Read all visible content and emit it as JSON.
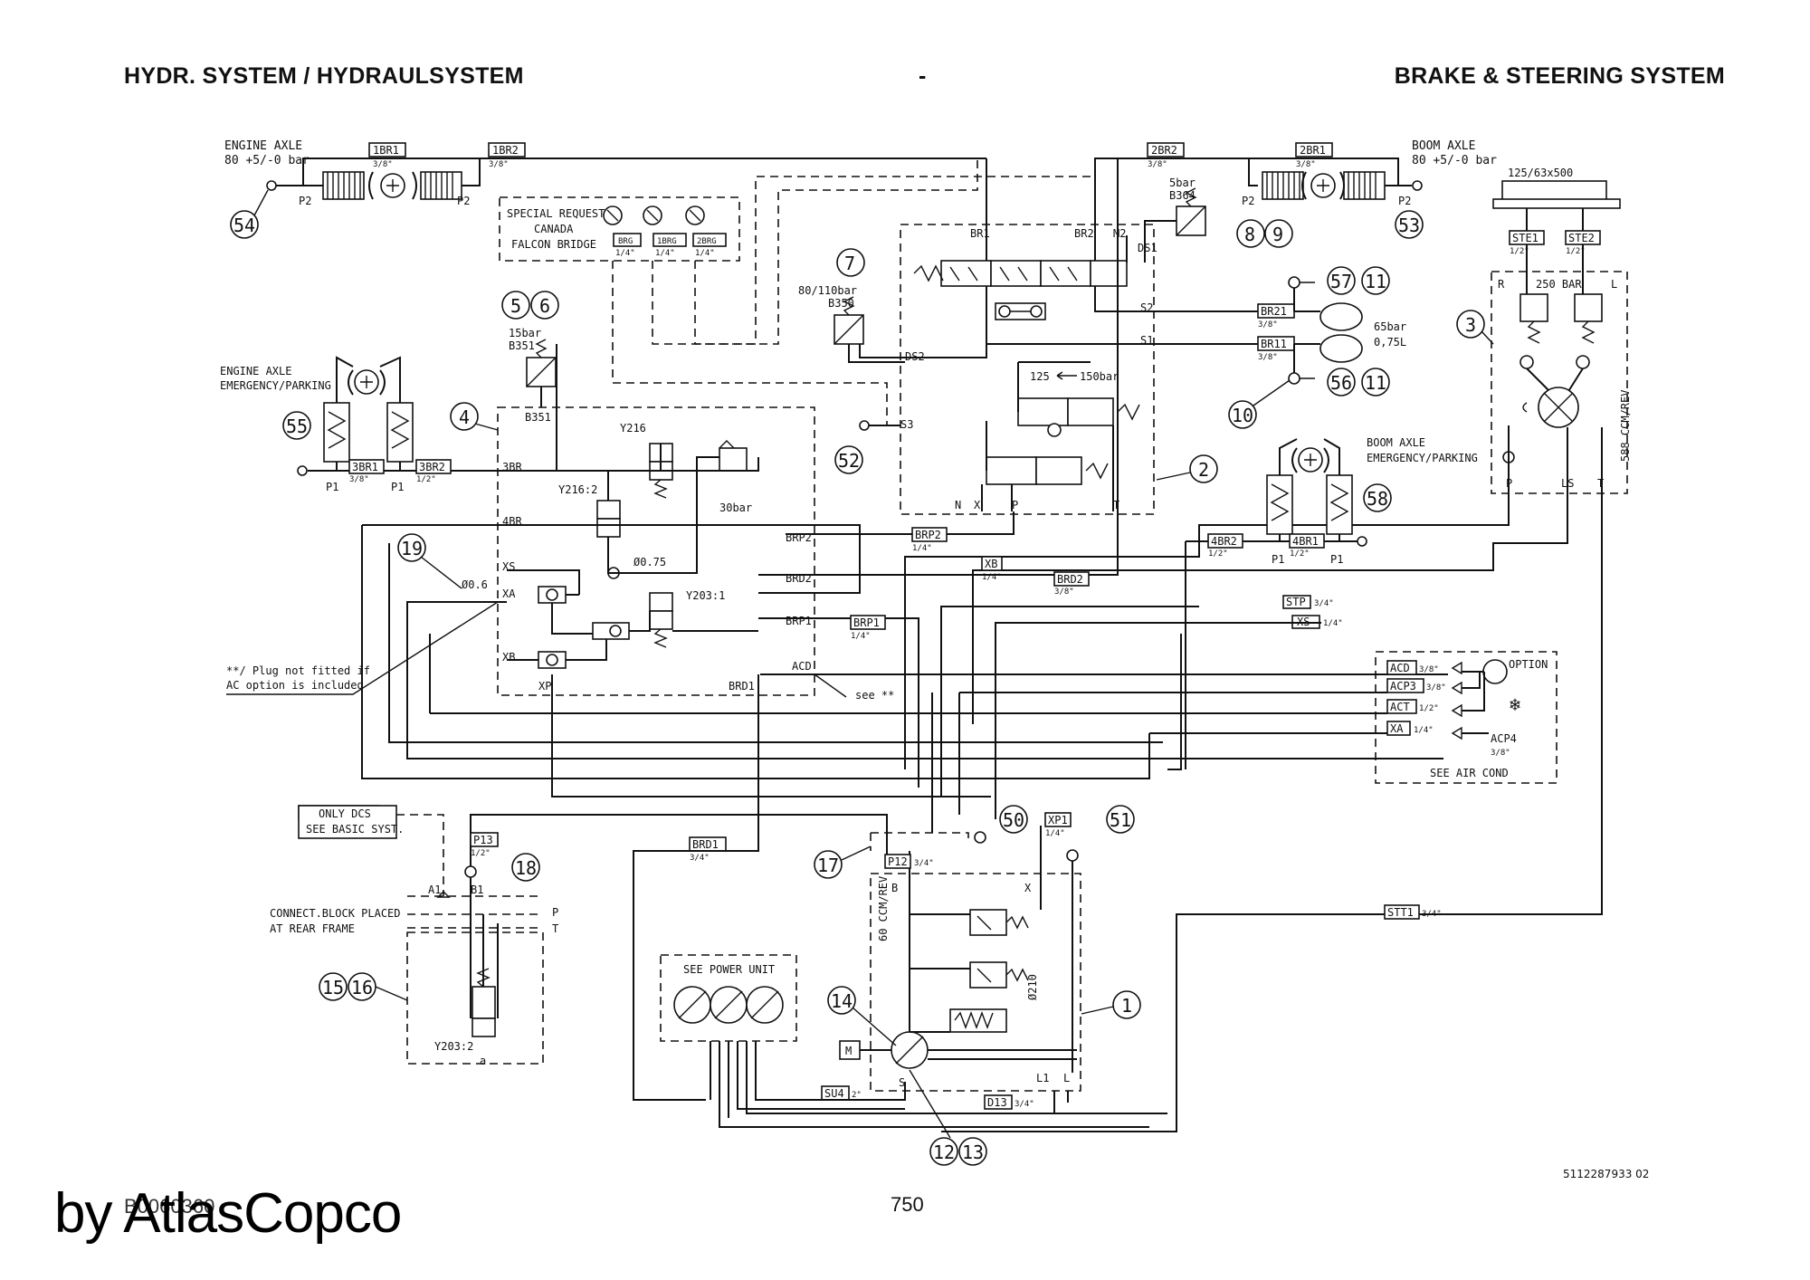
{
  "header": {
    "left": "HYDR. SYSTEM / HYDRAULSYSTEM",
    "middle": "-",
    "right": "BRAKE & STEERING SYSTEM"
  },
  "footer": {
    "doc_number": "5112287933 02",
    "page_number": "750",
    "drawing_number": "B0060360",
    "watermark": "by AtlasCopco"
  },
  "labels": {
    "engine_axle": "ENGINE AXLE",
    "engine_axle_pressure": "80 +5/-0 bar",
    "boom_axle": "BOOM AXLE",
    "boom_axle_pressure": "80 +5/-0 bar",
    "special_request": "SPECIAL REQUEST",
    "canada": "CANADA",
    "falcon_bridge": "FALCON BRIDGE",
    "engine_axle_emergency": "ENGINE AXLE",
    "emergency_parking": "EMERGENCY/PARKING",
    "boom_axle_emergency": "BOOM AXLE",
    "boom_emergency_parking": "EMERGENCY/PARKING",
    "accumulator_pressure": "65bar",
    "accumulator_volume": "0,75L",
    "cylinder_size": "125/63x500",
    "steering_pressure": "250 BAR",
    "steering_flow": "588 CCM/REV",
    "p15bar": "15bar",
    "p5bar": "5bar",
    "p80110bar": "80/110bar",
    "p30bar": "30bar",
    "p125150bar": "125",
    "p125150bar_b": "150bar",
    "orifice1": "Ø0.6",
    "orifice2": "Ø0.75",
    "plug_note_1": "**/ Plug not fitted if",
    "plug_note_2": "AC option is included",
    "see_star": "see **",
    "option": "OPTION",
    "see_air_cond": "SEE AIR COND",
    "only_dcs": "ONLY DCS",
    "see_basic_syst": "SEE BASIC SYST.",
    "connect_block_1": "CONNECT.BLOCK PLACED",
    "connect_block_2": "AT REAR FRAME",
    "see_power_unit": "SEE POWER UNIT",
    "pump_flow": "60 CCM/REV",
    "orifice210": "Ø210",
    "motor": "M"
  },
  "ports": {
    "p1br1": "1BR1",
    "p1br2": "1BR2",
    "p2br2": "2BR2",
    "p2br1": "2BR1",
    "brg": "BRG",
    "p1brg": "1BRG",
    "p2brg": "2BRG",
    "b351": "B351",
    "b364": "B364",
    "b350": "B350",
    "br1": "BR1",
    "br2": "BR2",
    "m2": "M2",
    "ds1": "DS1",
    "ds2": "DS2",
    "s1": "S1",
    "s2": "S2",
    "s3": "S3",
    "br21": "BR21",
    "br11": "BR11",
    "p3br1": "3BR1",
    "p3br2": "3BR2",
    "p3br": "3BR",
    "p4br": "4BR",
    "y216": "Y216",
    "y2162": "Y216:2",
    "y2031": "Y203:1",
    "y2032": "Y203:2",
    "xs": "XS",
    "xa": "XA",
    "xb": "XB",
    "xp": "XP",
    "brp2": "BRP2",
    "brd2": "BRD2",
    "brp1": "BRP1",
    "brd1": "BRD1",
    "acd": "ACD",
    "n": "N",
    "x": "X",
    "p": "P",
    "t": "T",
    "p4br2": "4BR2",
    "p4br1": "4BR1",
    "stp": "STP",
    "xs2": "XS",
    "acp3": "ACP3",
    "act": "ACT",
    "xa2": "XA",
    "acp4": "ACP4",
    "ste1": "STE1",
    "ste2": "STE2",
    "r": "R",
    "l": "L",
    "ls": "LS",
    "p13": "P13",
    "p12": "P12",
    "xp1": "XP1",
    "stt1": "STT1",
    "su4": "SU4",
    "d13": "D13",
    "l1": "L1",
    "s": "S",
    "b": "B",
    "a1": "A1",
    "b1": "B1",
    "a": "a",
    "p1": "P1",
    "p2": "P2",
    "xb2": "XB"
  },
  "sizes": {
    "s38": "3/8\"",
    "s14": "1/4\"",
    "s12": "1/2\"",
    "s34": "3/4\"",
    "s2": "2\""
  },
  "callouts": [
    "1",
    "2",
    "3",
    "4",
    "5",
    "6",
    "7",
    "8",
    "9",
    "10",
    "11",
    "11",
    "12",
    "13",
    "14",
    "15",
    "16",
    "17",
    "18",
    "19",
    "50",
    "51",
    "52",
    "53",
    "54",
    "55",
    "56",
    "57",
    "58"
  ]
}
